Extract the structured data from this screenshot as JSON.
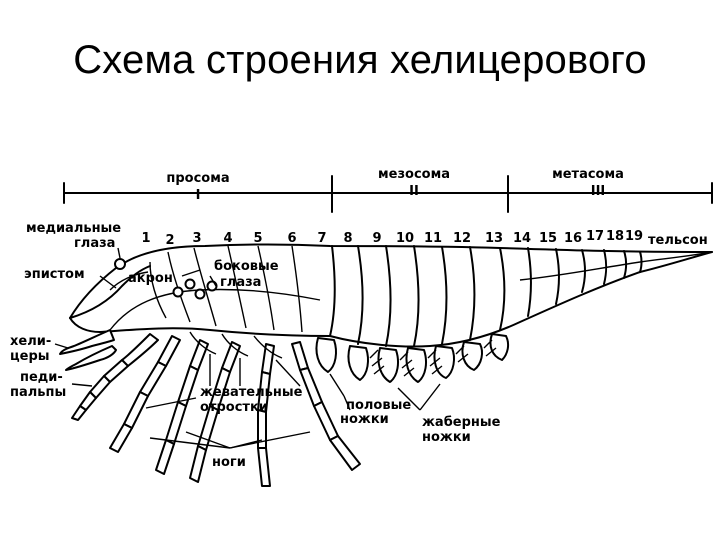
{
  "title": "Схема строения хелицерового",
  "regions": [
    {
      "name": "просома",
      "roman": "I"
    },
    {
      "name": "мезосома",
      "roman": "II"
    },
    {
      "name": "метасома",
      "roman": "III"
    }
  ],
  "segment_numbers": [
    "1",
    "2",
    "3",
    "4",
    "5",
    "6",
    "7",
    "8",
    "9",
    "10",
    "11",
    "12",
    "13",
    "14",
    "15",
    "16",
    "17",
    "18",
    "19"
  ],
  "labels": {
    "medial_eyes_1": "медиальные",
    "medial_eyes_2": "глаза",
    "epistome": "эпистом",
    "acron": "акрон",
    "lateral_eyes_1": "боковые",
    "lateral_eyes_2": "глаза",
    "chelicerae_1": "хели-",
    "chelicerae_2": "церы",
    "pedipalps_1": "педи-",
    "pedipalps_2": "пальпы",
    "gnathobases_1": "жевательные",
    "gnathobases_2": "отростки",
    "genital_legs_1": "половые",
    "genital_legs_2": "ножки",
    "gill_legs_1": "жаберные",
    "gill_legs_2": "ножки",
    "legs": "ноги",
    "telson": "тельсон"
  }
}
